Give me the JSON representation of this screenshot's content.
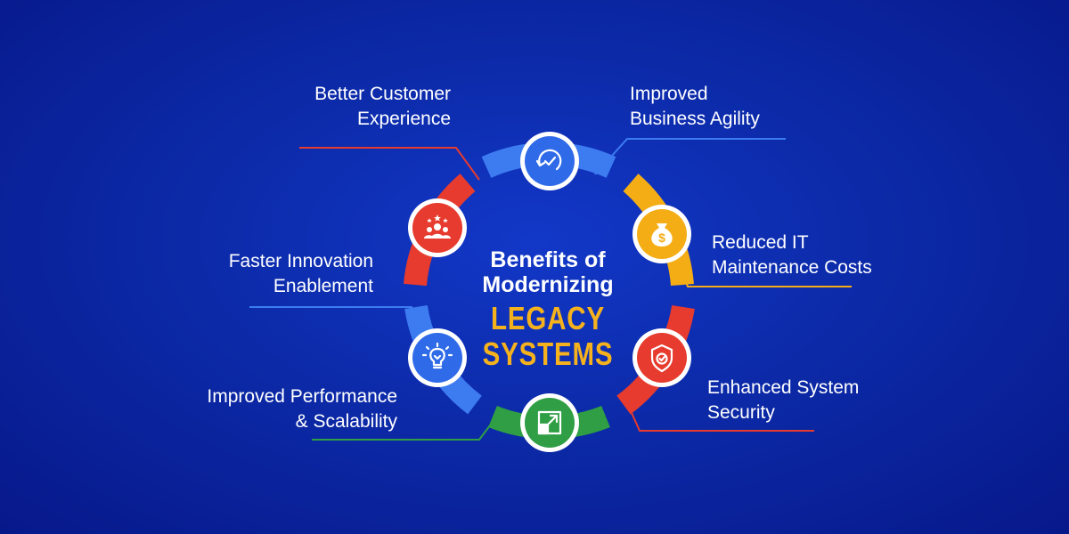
{
  "title": {
    "line1": "Benefits of",
    "line2": "Modernizing",
    "line3": "LEGACY SYSTEMS"
  },
  "colors": {
    "blue": "#3d7cf0",
    "yellow": "#f4ad14",
    "red": "#e63b2e",
    "green": "#2f9e44",
    "highlight": "#f5b21d"
  },
  "benefits": [
    {
      "line1": "Better Customer",
      "line2": "Experience",
      "icon": "team-stars-icon",
      "color": "#e63b2e"
    },
    {
      "line1": "Improved",
      "line2": "Business Agility",
      "icon": "refresh-check-icon",
      "color": "#3d7cf0"
    },
    {
      "line1": "Reduced IT",
      "line2": "Maintenance Costs",
      "icon": "money-bag-icon",
      "color": "#f4ad14"
    },
    {
      "line1": "Enhanced System",
      "line2": "Security",
      "icon": "shield-check-icon",
      "color": "#e63b2e"
    },
    {
      "line1": "Improved Performance",
      "line2": "& Scalability",
      "icon": "scale-arrow-icon",
      "color": "#2f9e44"
    },
    {
      "line1": "Faster Innovation",
      "line2": "Enablement",
      "icon": "lightbulb-icon",
      "color": "#3d7cf0"
    }
  ]
}
